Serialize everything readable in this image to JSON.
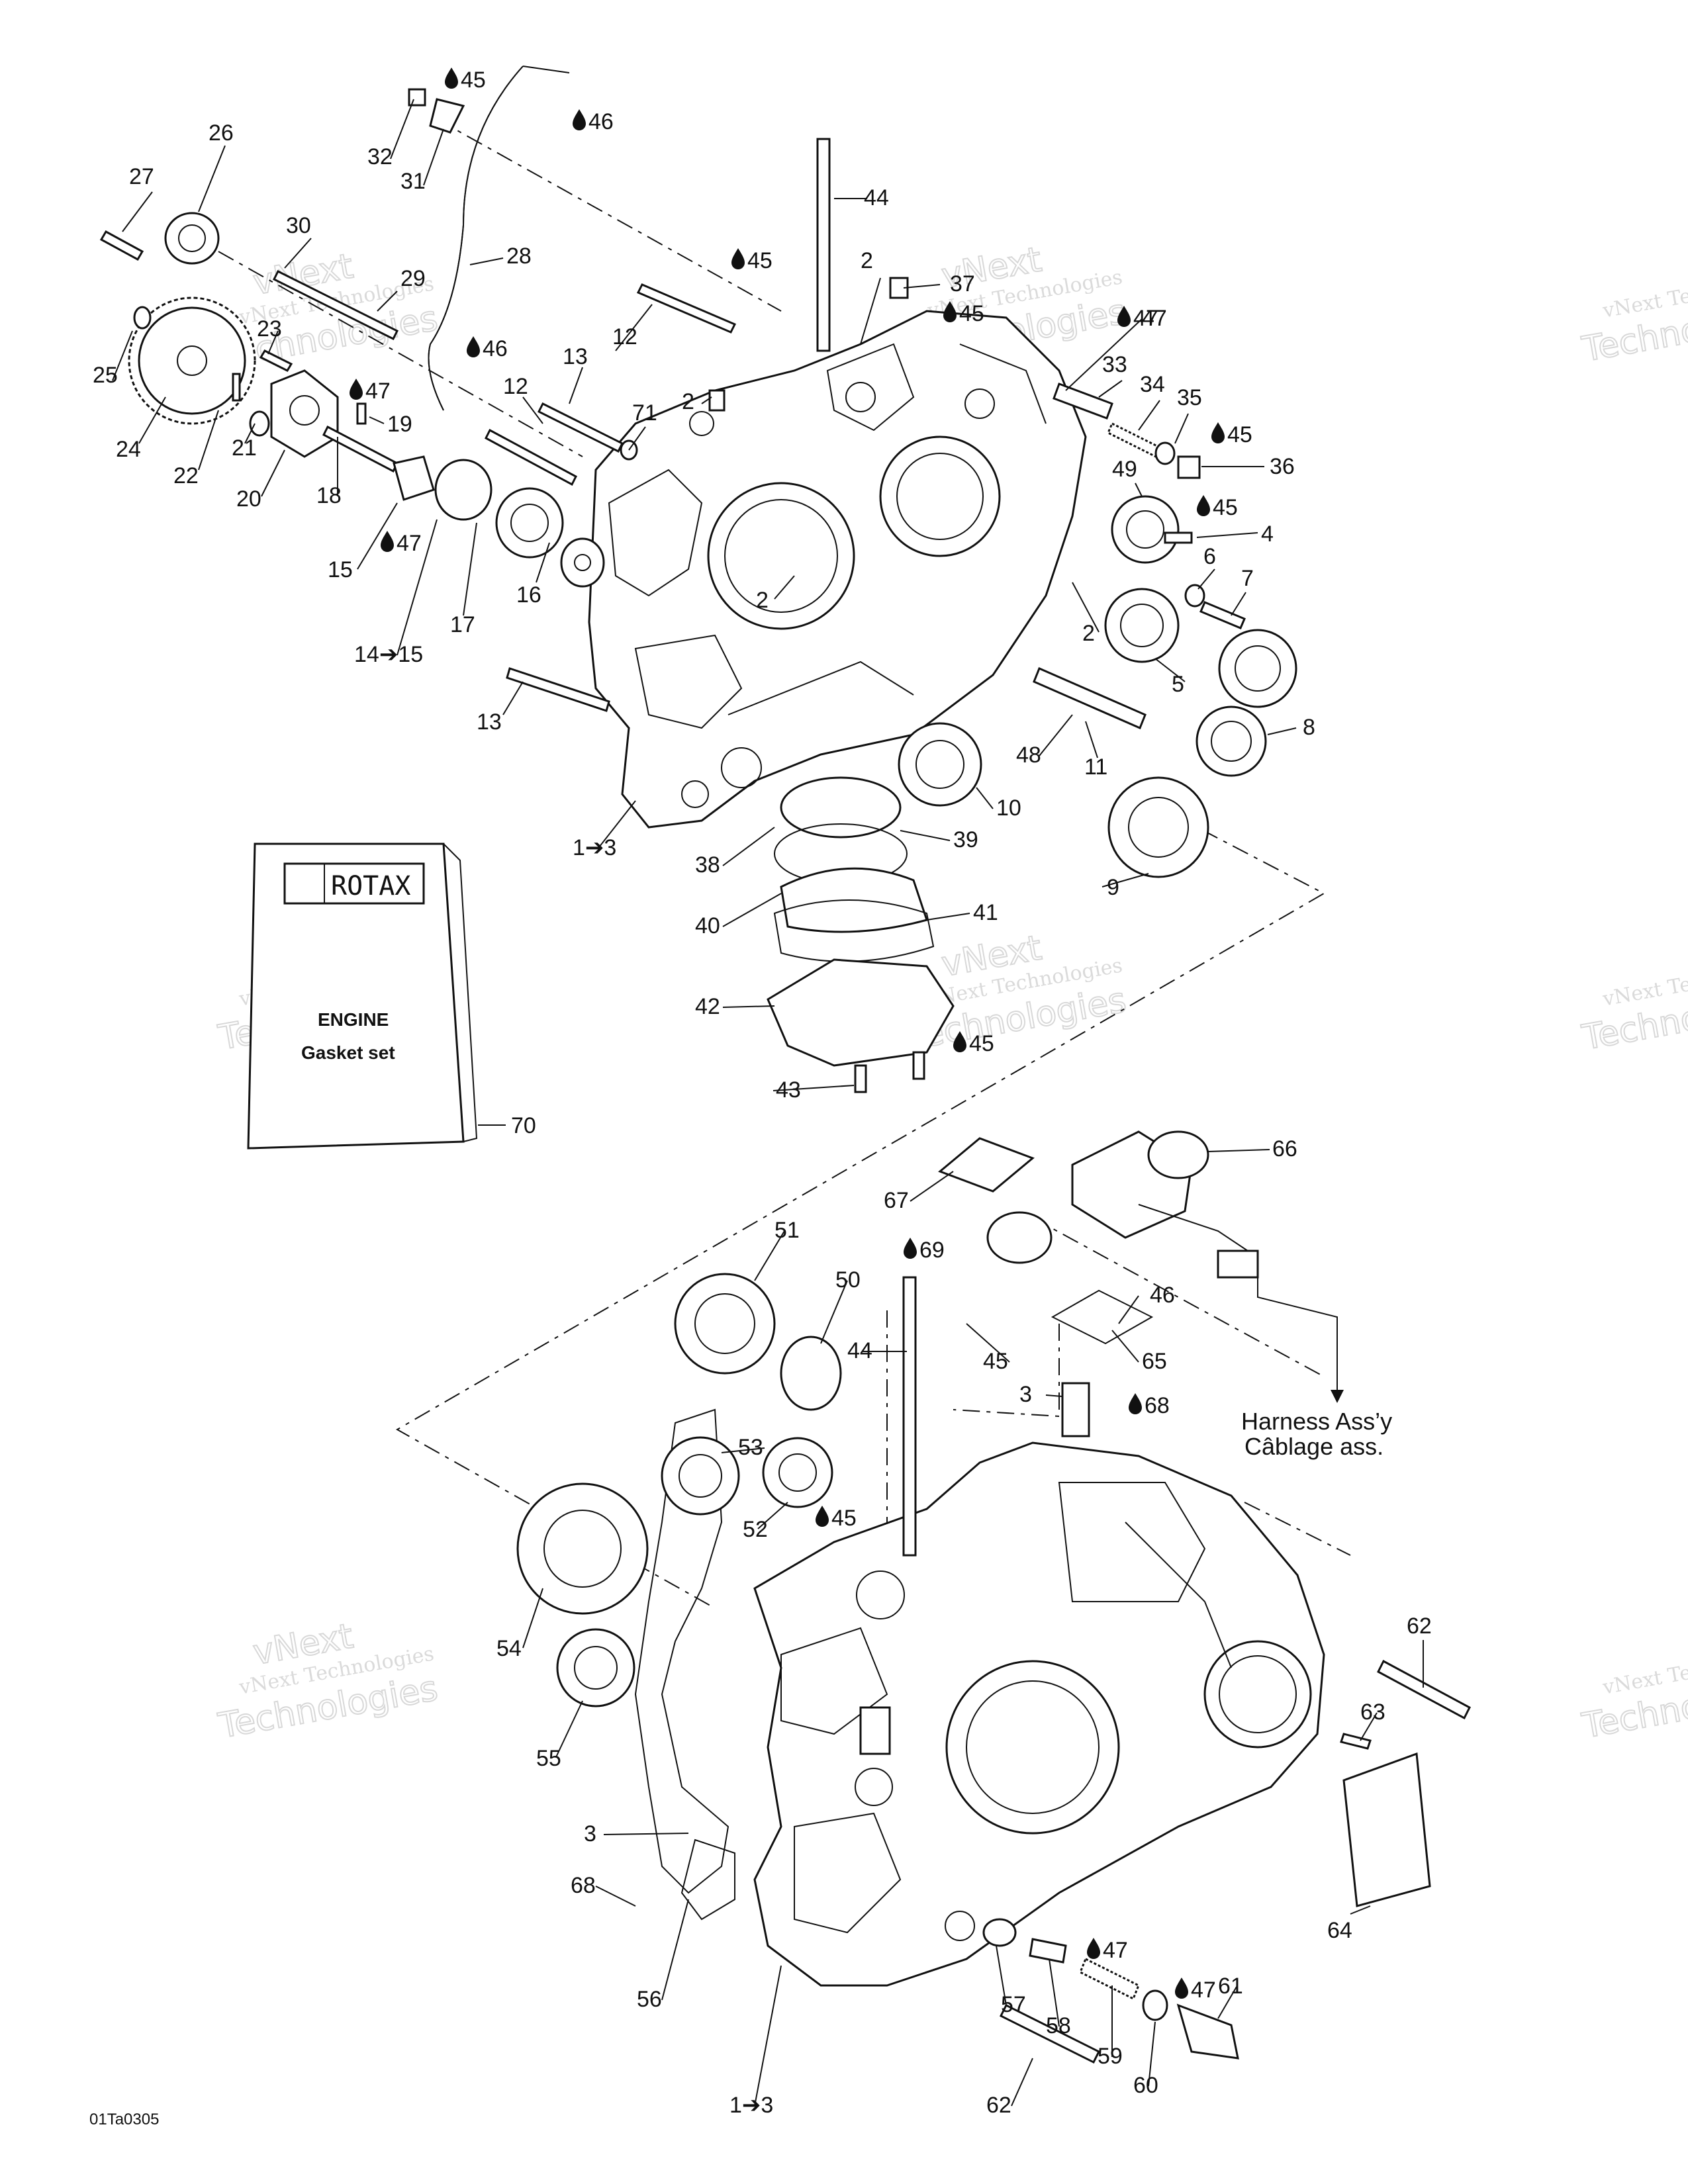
{
  "drawing_code": "01Ta0305",
  "watermark": {
    "line1": "vNext Technologies",
    "line2": "Technologies",
    "top": "vNext"
  },
  "manual_cover": {
    "brand": "ROTAX",
    "line1": "ENGINE",
    "line2": "Gasket set"
  },
  "harness_note": {
    "line1": "Harness Ass’y",
    "line2": "Câblage ass."
  },
  "drop_icon": "oil-drop-icon",
  "labels": [
    {
      "t": "26"
    },
    {
      "t": "27"
    },
    {
      "t": "30"
    },
    {
      "t": "29"
    },
    {
      "t": "23"
    },
    {
      "t": "25"
    },
    {
      "t": "24"
    },
    {
      "t": "22"
    },
    {
      "t": "21"
    },
    {
      "t": "20"
    },
    {
      "t": "18"
    },
    {
      "t": "19"
    },
    {
      "t": "15"
    },
    {
      "t": "17"
    },
    {
      "t": "16"
    },
    {
      "t": "14➔15"
    },
    {
      "t": "13"
    },
    {
      "t": "12"
    },
    {
      "t": "12"
    },
    {
      "t": "13"
    },
    {
      "t": "71"
    },
    {
      "t": "2"
    },
    {
      "t": "2"
    },
    {
      "t": "2"
    },
    {
      "t": "2"
    },
    {
      "t": "44"
    },
    {
      "t": "37"
    },
    {
      "t": "33"
    },
    {
      "t": "34"
    },
    {
      "t": "35"
    },
    {
      "t": "36"
    },
    {
      "t": "49"
    },
    {
      "t": "4"
    },
    {
      "t": "6"
    },
    {
      "t": "7"
    },
    {
      "t": "5"
    },
    {
      "t": "8"
    },
    {
      "t": "11"
    },
    {
      "t": "10"
    },
    {
      "t": "9"
    },
    {
      "t": "1➔3"
    },
    {
      "t": "38"
    },
    {
      "t": "39"
    },
    {
      "t": "40"
    },
    {
      "t": "41"
    },
    {
      "t": "42"
    },
    {
      "t": "43"
    },
    {
      "t": "70"
    },
    {
      "t": "32"
    },
    {
      "t": "31"
    },
    {
      "t": "28"
    },
    {
      "t": "66"
    },
    {
      "t": "67"
    },
    {
      "t": "51"
    },
    {
      "t": "50"
    },
    {
      "t": "44"
    },
    {
      "t": "46"
    },
    {
      "t": "65"
    },
    {
      "t": "3"
    },
    {
      "t": "53"
    },
    {
      "t": "52"
    },
    {
      "t": "54"
    },
    {
      "t": "55"
    },
    {
      "t": "62"
    },
    {
      "t": "63"
    },
    {
      "t": "64"
    },
    {
      "t": "3"
    },
    {
      "t": "68"
    },
    {
      "t": "56"
    },
    {
      "t": "57"
    },
    {
      "t": "58"
    },
    {
      "t": "59"
    },
    {
      "t": "60"
    },
    {
      "t": "61"
    },
    {
      "t": "62"
    },
    {
      "t": "1➔3"
    },
    {
      "t": "45"
    },
    {
      "t": "48"
    },
    {
      "t": "47"
    }
  ],
  "lubricant_labels": [
    {
      "t": "45"
    },
    {
      "t": "46"
    },
    {
      "t": "45"
    },
    {
      "t": "46"
    },
    {
      "t": "47"
    },
    {
      "t": "47"
    },
    {
      "t": "45"
    },
    {
      "t": "47"
    },
    {
      "t": "45"
    },
    {
      "t": "45"
    },
    {
      "t": "45"
    },
    {
      "t": "69"
    },
    {
      "t": "68"
    },
    {
      "t": "45"
    },
    {
      "t": "47"
    },
    {
      "t": "47"
    }
  ]
}
